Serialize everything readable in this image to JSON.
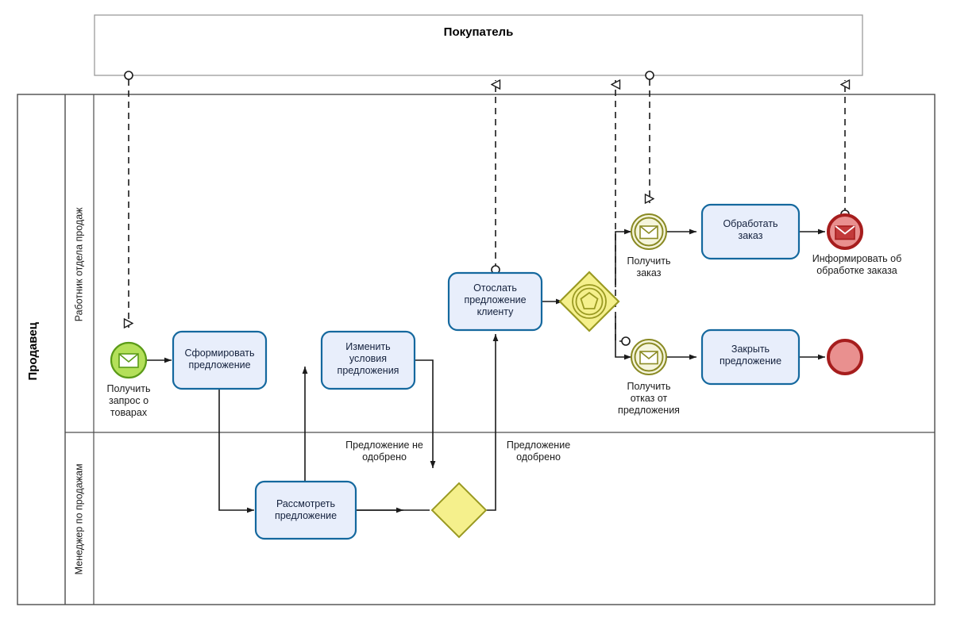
{
  "diagram": {
    "type": "bpmn-collaboration",
    "title_top_pool": "Покупатель",
    "pools": [
      {
        "name": "Покупатель",
        "orientation": "horizontal-title-center",
        "lanes": []
      },
      {
        "name": "Продавец",
        "orientation": "vertical-title-left",
        "lanes": [
          {
            "name": "Работник отдела продаж"
          },
          {
            "name": "Менеджер по продажам"
          }
        ]
      }
    ]
  },
  "colors": {
    "task_fill": "#e8eefb",
    "task_stroke": "#14689e",
    "start_event_fill": "#b4e05a",
    "start_event_stroke": "#5b9b18",
    "intermediate_stroke": "#8a8a24",
    "intermediate_fill": "#f5f5dc",
    "gateway_fill": "#f5f08c",
    "gateway_stroke": "#9a9a22",
    "end_event_fill": "#e9908f",
    "end_event_stroke": "#a61d1d",
    "pool_stroke": "#9b9b9b",
    "lane_stroke": "#4d4d4d",
    "sequence_flow": "#1a1a1a",
    "message_flow": "#1a1a1a"
  },
  "elements": {
    "start_event_request": {
      "label": "Получить\nзапрос о\nтоварах",
      "type": "message-start-event",
      "lane": "Работник отдела продаж"
    },
    "task_form_offer": {
      "label": "Сформировать\nпредложение",
      "type": "task",
      "lane": "Работник отдела продаж"
    },
    "task_review_offer": {
      "label": "Рассмотреть\nпредложение",
      "type": "task",
      "lane": "Менеджер по продажам"
    },
    "gateway_approval": {
      "label": "",
      "type": "exclusive-gateway",
      "lane": "Менеджер по продажам"
    },
    "task_change_terms": {
      "label": "Изменить\nусловия\nпредложения",
      "type": "task",
      "lane": "Работник отдела продаж"
    },
    "task_send_offer": {
      "label": "Отослать\nпредложение\nклиенту",
      "type": "task",
      "lane": "Работник отдела продаж"
    },
    "gateway_event_based": {
      "label": "",
      "type": "event-based-gateway",
      "lane": "Работник отдела продаж"
    },
    "event_receive_order": {
      "label": "Получить\nзаказ",
      "type": "intermediate-message-catch",
      "lane": "Работник отдела продаж"
    },
    "event_receive_rejection": {
      "label": "Получить\nотказ от\nпредложения",
      "type": "intermediate-message-catch",
      "lane": "Работник отдела продаж"
    },
    "task_process_order": {
      "label": "Обработать\nзаказ",
      "type": "task",
      "lane": "Работник отдела продаж"
    },
    "task_close_offer": {
      "label": "Закрыть\nпредложение",
      "type": "task",
      "lane": "Работник отдела продаж"
    },
    "end_event_inform": {
      "label": "Информировать об\nобработке заказа",
      "type": "message-end-event",
      "lane": "Работник отдела продаж"
    },
    "end_event_plain": {
      "label": "",
      "type": "end-event",
      "lane": "Работник отдела продаж"
    }
  },
  "flow_labels": {
    "not_approved": "Предложение не\nодобрено",
    "approved": "Предложение\nодобрено"
  },
  "labels": {
    "start_event_request_l1": "Получить",
    "start_event_request_l2": "запрос о",
    "start_event_request_l3": "товарах",
    "task_form_offer_l1": "Сформировать",
    "task_form_offer_l2": "предложение",
    "task_change_terms_l1": "Изменить",
    "task_change_terms_l2": "условия",
    "task_change_terms_l3": "предложения",
    "task_send_offer_l1": "Отослать",
    "task_send_offer_l2": "предложение",
    "task_send_offer_l3": "клиенту",
    "task_review_offer_l1": "Рассмотреть",
    "task_review_offer_l2": "предложение",
    "event_receive_order_l1": "Получить",
    "event_receive_order_l2": "заказ",
    "event_receive_rejection_l1": "Получить",
    "event_receive_rejection_l2": "отказ от",
    "event_receive_rejection_l3": "предложения",
    "task_process_order_l1": "Обработать",
    "task_process_order_l2": "заказ",
    "task_close_offer_l1": "Закрыть",
    "task_close_offer_l2": "предложение",
    "end_event_inform_l1": "Информировать об",
    "end_event_inform_l2": "обработке заказа",
    "not_approved_l1": "Предложение не",
    "not_approved_l2": "одобрено",
    "approved_l1": "Предложение",
    "approved_l2": "одобрено",
    "pool_buyer": "Покупатель",
    "pool_seller": "Продавец",
    "lane_worker": "Работник отдела продаж",
    "lane_manager": "Менеджер по продажам"
  }
}
